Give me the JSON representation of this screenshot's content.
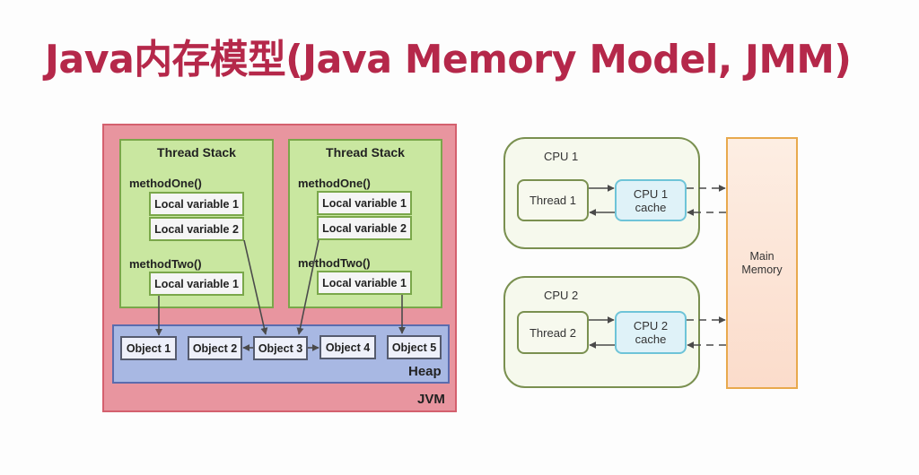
{
  "title": "Java内存模型(Java Memory Model, JMM)",
  "jvm_diagram": {
    "jvm_label": "JVM",
    "heap_label": "Heap",
    "thread_stacks": [
      {
        "title": "Thread Stack",
        "methods": [
          {
            "name": "methodOne()",
            "locals": [
              "Local variable 1",
              "Local variable 2"
            ]
          },
          {
            "name": "methodTwo()",
            "locals": [
              "Local variable 1"
            ]
          }
        ]
      },
      {
        "title": "Thread Stack",
        "methods": [
          {
            "name": "methodOne()",
            "locals": [
              "Local variable 1",
              "Local variable 2"
            ]
          },
          {
            "name": "methodTwo()",
            "locals": [
              "Local variable 1"
            ]
          }
        ]
      }
    ],
    "objects": [
      "Object 1",
      "Object 2",
      "Object 3",
      "Object 4",
      "Object 5"
    ],
    "references": [
      {
        "from": "stack1.methodTwo.local1",
        "to": "Object 1"
      },
      {
        "from": "stack1.methodOne.local2",
        "to": "Object 3"
      },
      {
        "from": "stack2.methodOne.local2",
        "to": "Object 3"
      },
      {
        "from": "stack2.methodTwo.local1",
        "to": "Object 5"
      },
      {
        "from": "Object 3",
        "to": "Object 2"
      },
      {
        "from": "Object 3",
        "to": "Object 4"
      }
    ]
  },
  "cpu_diagram": {
    "cpus": [
      {
        "label": "CPU 1",
        "thread": "Thread 1",
        "cache_line1": "CPU 1",
        "cache_line2": "cache"
      },
      {
        "label": "CPU 2",
        "thread": "Thread 2",
        "cache_line1": "CPU 2",
        "cache_line2": "cache"
      }
    ],
    "main_memory_line1": "Main",
    "main_memory_line2": "Memory"
  },
  "colors": {
    "title": "#b5284a",
    "jvm_fill": "#e8959f",
    "stack_fill": "#c9e7a0",
    "heap_fill": "#a8b8e3",
    "cache_fill": "#dff2f8",
    "memory_border": "#e8a94d"
  }
}
